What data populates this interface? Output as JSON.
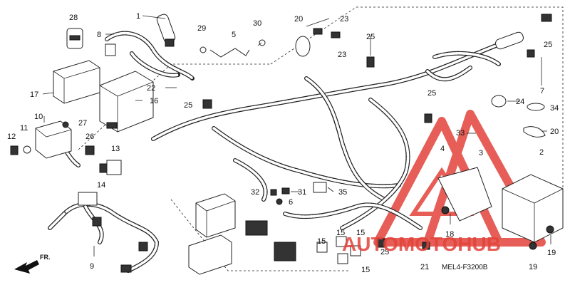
{
  "diagram": {
    "code": "MEL4-F3200B",
    "front_label": "FR.",
    "watermark_text": "AUTOMOTOHUB",
    "colors": {
      "line": "#222222",
      "watermark": "#e2433a",
      "background": "#ffffff"
    },
    "callouts": [
      {
        "label": "28"
      },
      {
        "label": "1"
      },
      {
        "label": "8"
      },
      {
        "label": "29"
      },
      {
        "label": "5"
      },
      {
        "label": "30"
      },
      {
        "label": "20"
      },
      {
        "label": "23"
      },
      {
        "label": "23"
      },
      {
        "label": "25"
      },
      {
        "label": "25"
      },
      {
        "label": "7"
      },
      {
        "label": "17"
      },
      {
        "label": "16"
      },
      {
        "label": "22"
      },
      {
        "label": "25"
      },
      {
        "label": "25"
      },
      {
        "label": "24"
      },
      {
        "label": "34"
      },
      {
        "label": "20"
      },
      {
        "label": "10"
      },
      {
        "label": "27"
      },
      {
        "label": "12"
      },
      {
        "label": "11"
      },
      {
        "label": "26"
      },
      {
        "label": "13"
      },
      {
        "label": "14"
      },
      {
        "label": "33"
      },
      {
        "label": "3"
      },
      {
        "label": "4"
      },
      {
        "label": "2"
      },
      {
        "label": "32"
      },
      {
        "label": "31"
      },
      {
        "label": "6"
      },
      {
        "label": "35"
      },
      {
        "label": "9"
      },
      {
        "label": "15"
      },
      {
        "label": "15"
      },
      {
        "label": "15"
      },
      {
        "label": "15"
      },
      {
        "label": "25"
      },
      {
        "label": "21"
      },
      {
        "label": "18"
      },
      {
        "label": "19"
      },
      {
        "label": "19"
      }
    ]
  }
}
